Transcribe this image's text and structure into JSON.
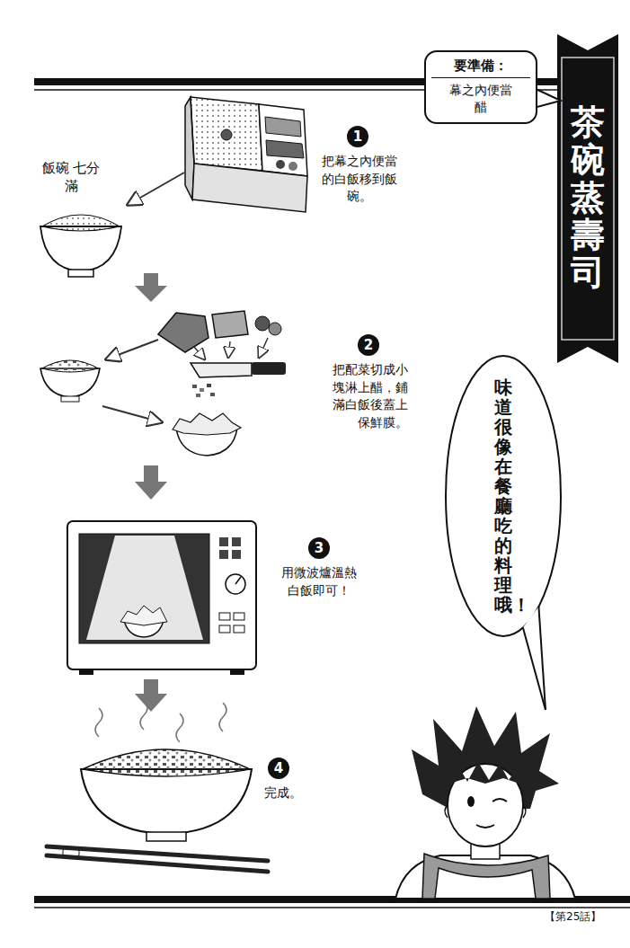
{
  "diagram": {
    "title": "茶碗蒸壽司",
    "nodes": [
      {
        "text": [
          "要準備：",
          "幕之內便當 醋"
        ]
      },
      {
        "text": [
          "1",
          "把幕之內便當的白飯移到飯碗。"
        ]
      },
      {
        "text": [
          "2",
          "把配菜切成小塊淋上醋，鋪滿白飯後蓋上保鮮膜。"
        ]
      },
      {
        "text": [
          "3",
          "用微波爐溫熱白飯即可！"
        ]
      },
      {
        "text": [
          "4",
          "完成。"
        ]
      },
      {
        "text": [
          "味道很像在餐廳吃的料理哦！"
        ]
      }
    ],
    "labels": [
      "飯碗 七分滿",
      "【第25話】"
    ]
  }
}
